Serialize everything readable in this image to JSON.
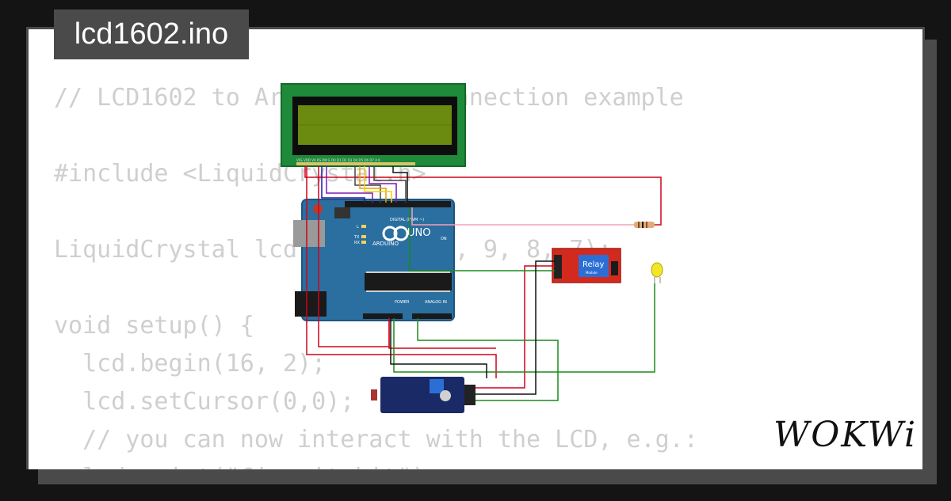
{
  "file_name": "lcd1602.ino",
  "code_lines": [
    "// LCD1602 to Arduino Uno connection example",
    "",
    "#include <LiquidCrystal.h>",
    "",
    "LiquidCrystal lcd(12, 11, 10, 9, 8, 7);",
    "",
    "void setup() {",
    "  lcd.begin(16, 2);",
    "  lcd.setCursor(0,0);",
    "  // you can now interact with the LCD, e.g.:",
    "  lcd.print(\"Circuit kit\");"
  ],
  "board": {
    "name": "UNO",
    "brand": "ARDUINO",
    "digital_label": "DIGITAL (PWM ~)",
    "analog_label": "ANALOG IN",
    "power_label": "POWER",
    "on_label": "ON",
    "l_label": "L",
    "tx_label": "TX",
    "rx_label": "RX"
  },
  "relay": {
    "label": "Relay",
    "sublabel": "Module"
  },
  "logo": "WOKWi",
  "colors": {
    "background": "#141414",
    "frame": "#4a4a4a",
    "code_text": "#cfcfcf",
    "arduino_blue": "#2a6fa0",
    "lcd_green": "#1f8a3a",
    "lcd_screen": "#6b8a10",
    "relay_red": "#d42a1e",
    "sensor_navy": "#1a2a66",
    "wire_red": "#d0021b",
    "wire_green": "#1b8a1b",
    "wire_black": "#111111"
  }
}
